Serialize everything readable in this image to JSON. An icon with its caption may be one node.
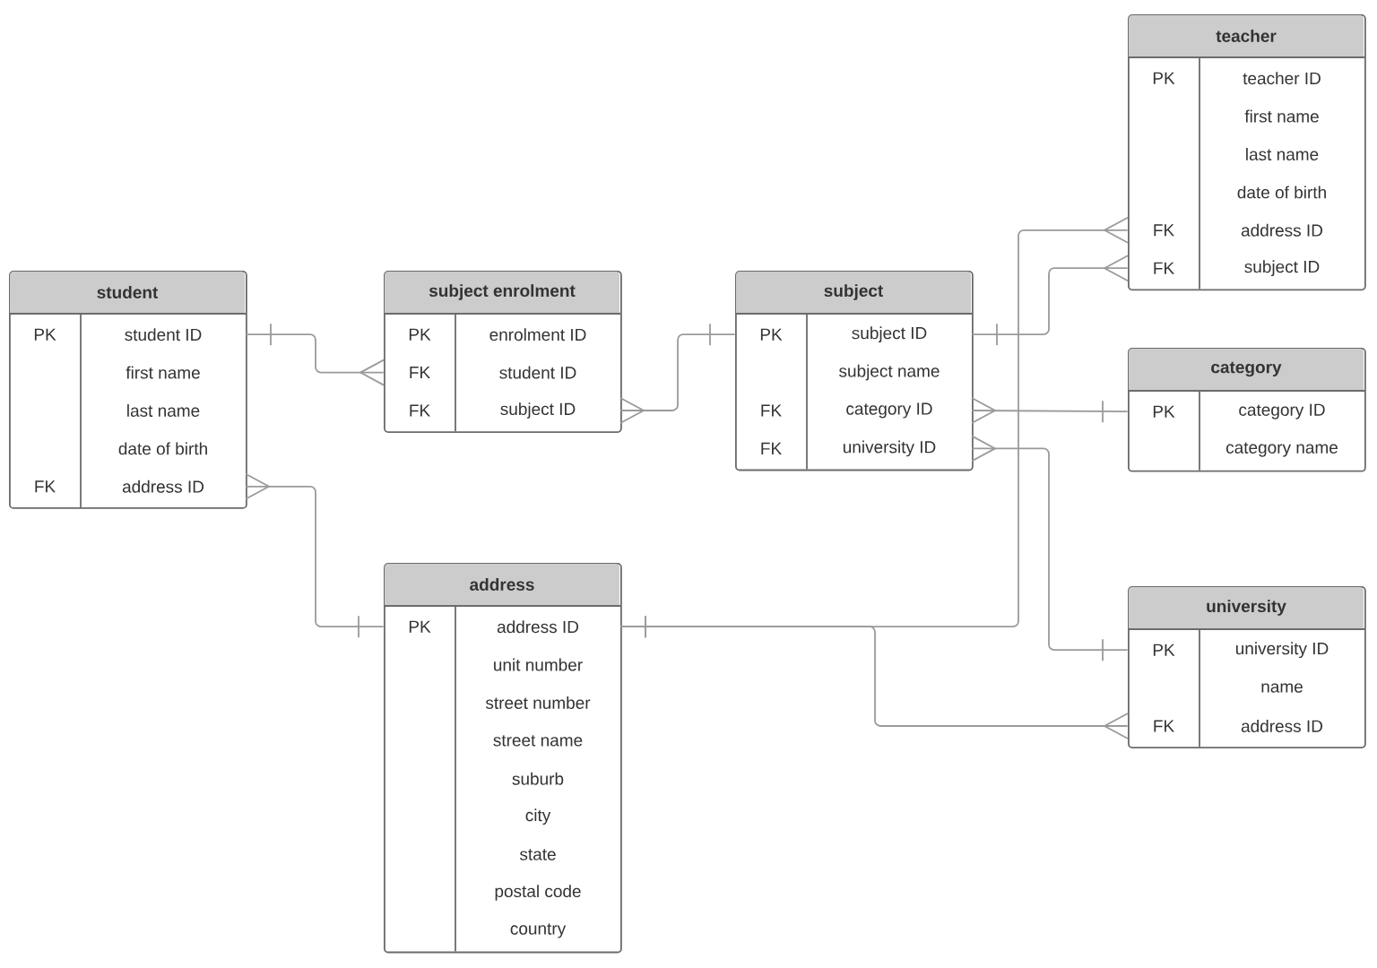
{
  "diagram": {
    "nodes": [
      {
        "text": [
          "student"
        ]
      },
      {
        "text": [
          "PK",
          "student ID"
        ],
        "in": 0
      },
      {
        "text": [
          "first name"
        ],
        "in": 0
      },
      {
        "text": [
          "last name"
        ],
        "in": 0
      },
      {
        "text": [
          "date of birth"
        ],
        "in": 0
      },
      {
        "text": [
          "FK",
          "address ID"
        ],
        "in": 0
      },
      {
        "text": [
          "subject enrolment"
        ]
      },
      {
        "text": [
          "PK",
          "enrolment ID"
        ],
        "in": 6
      },
      {
        "text": [
          "FK",
          "student ID"
        ],
        "in": 6
      },
      {
        "text": [
          "FK",
          "subject ID"
        ],
        "in": 6
      },
      {
        "text": [
          "subject"
        ]
      },
      {
        "text": [
          "PK",
          "subject ID"
        ],
        "in": 10
      },
      {
        "text": [
          "subject name"
        ],
        "in": 10
      },
      {
        "text": [
          "FK",
          "category ID"
        ],
        "in": 10
      },
      {
        "text": [
          "FK",
          "university ID"
        ],
        "in": 10
      },
      {
        "text": [
          "teacher"
        ]
      },
      {
        "text": [
          "PK",
          "teacher ID"
        ],
        "in": 15
      },
      {
        "text": [
          "first name"
        ],
        "in": 15
      },
      {
        "text": [
          "last name"
        ],
        "in": 15
      },
      {
        "text": [
          "date of birth"
        ],
        "in": 15
      },
      {
        "text": [
          "FK",
          "address ID"
        ],
        "in": 15
      },
      {
        "text": [
          "FK",
          "subject ID"
        ],
        "in": 15
      },
      {
        "text": [
          "category"
        ]
      },
      {
        "text": [
          "PK",
          "category ID"
        ],
        "in": 22
      },
      {
        "text": [
          "category name"
        ],
        "in": 22
      },
      {
        "text": [
          "address"
        ]
      },
      {
        "text": [
          "PK",
          "address ID"
        ],
        "in": 25
      },
      {
        "text": [
          "unit number"
        ],
        "in": 25
      },
      {
        "text": [
          "street number"
        ],
        "in": 25
      },
      {
        "text": [
          "street name"
        ],
        "in": 25
      },
      {
        "text": [
          "suburb"
        ],
        "in": 25
      },
      {
        "text": [
          "city"
        ],
        "in": 25
      },
      {
        "text": [
          "state"
        ],
        "in": 25
      },
      {
        "text": [
          "postal code"
        ],
        "in": 25
      },
      {
        "text": [
          "country"
        ],
        "in": 25
      },
      {
        "text": [
          "university"
        ]
      },
      {
        "text": [
          "PK",
          "university ID"
        ],
        "in": 35
      },
      {
        "text": [
          "name"
        ],
        "in": 35
      },
      {
        "text": [
          "FK",
          "address ID"
        ],
        "in": 35
      }
    ],
    "edges": [
      {
        "from": 1,
        "to": 8,
        "arrow": "other"
      },
      {
        "from": 11,
        "to": 9,
        "arrow": "other"
      },
      {
        "from": 26,
        "to": 5,
        "arrow": "other"
      },
      {
        "from": 11,
        "to": 21,
        "arrow": "other"
      },
      {
        "from": 23,
        "to": 13,
        "arrow": "other"
      },
      {
        "from": 36,
        "to": 14,
        "arrow": "other"
      },
      {
        "from": 26,
        "to": 20,
        "arrow": "other"
      },
      {
        "from": 26,
        "to": 38,
        "arrow": "other"
      }
    ]
  }
}
